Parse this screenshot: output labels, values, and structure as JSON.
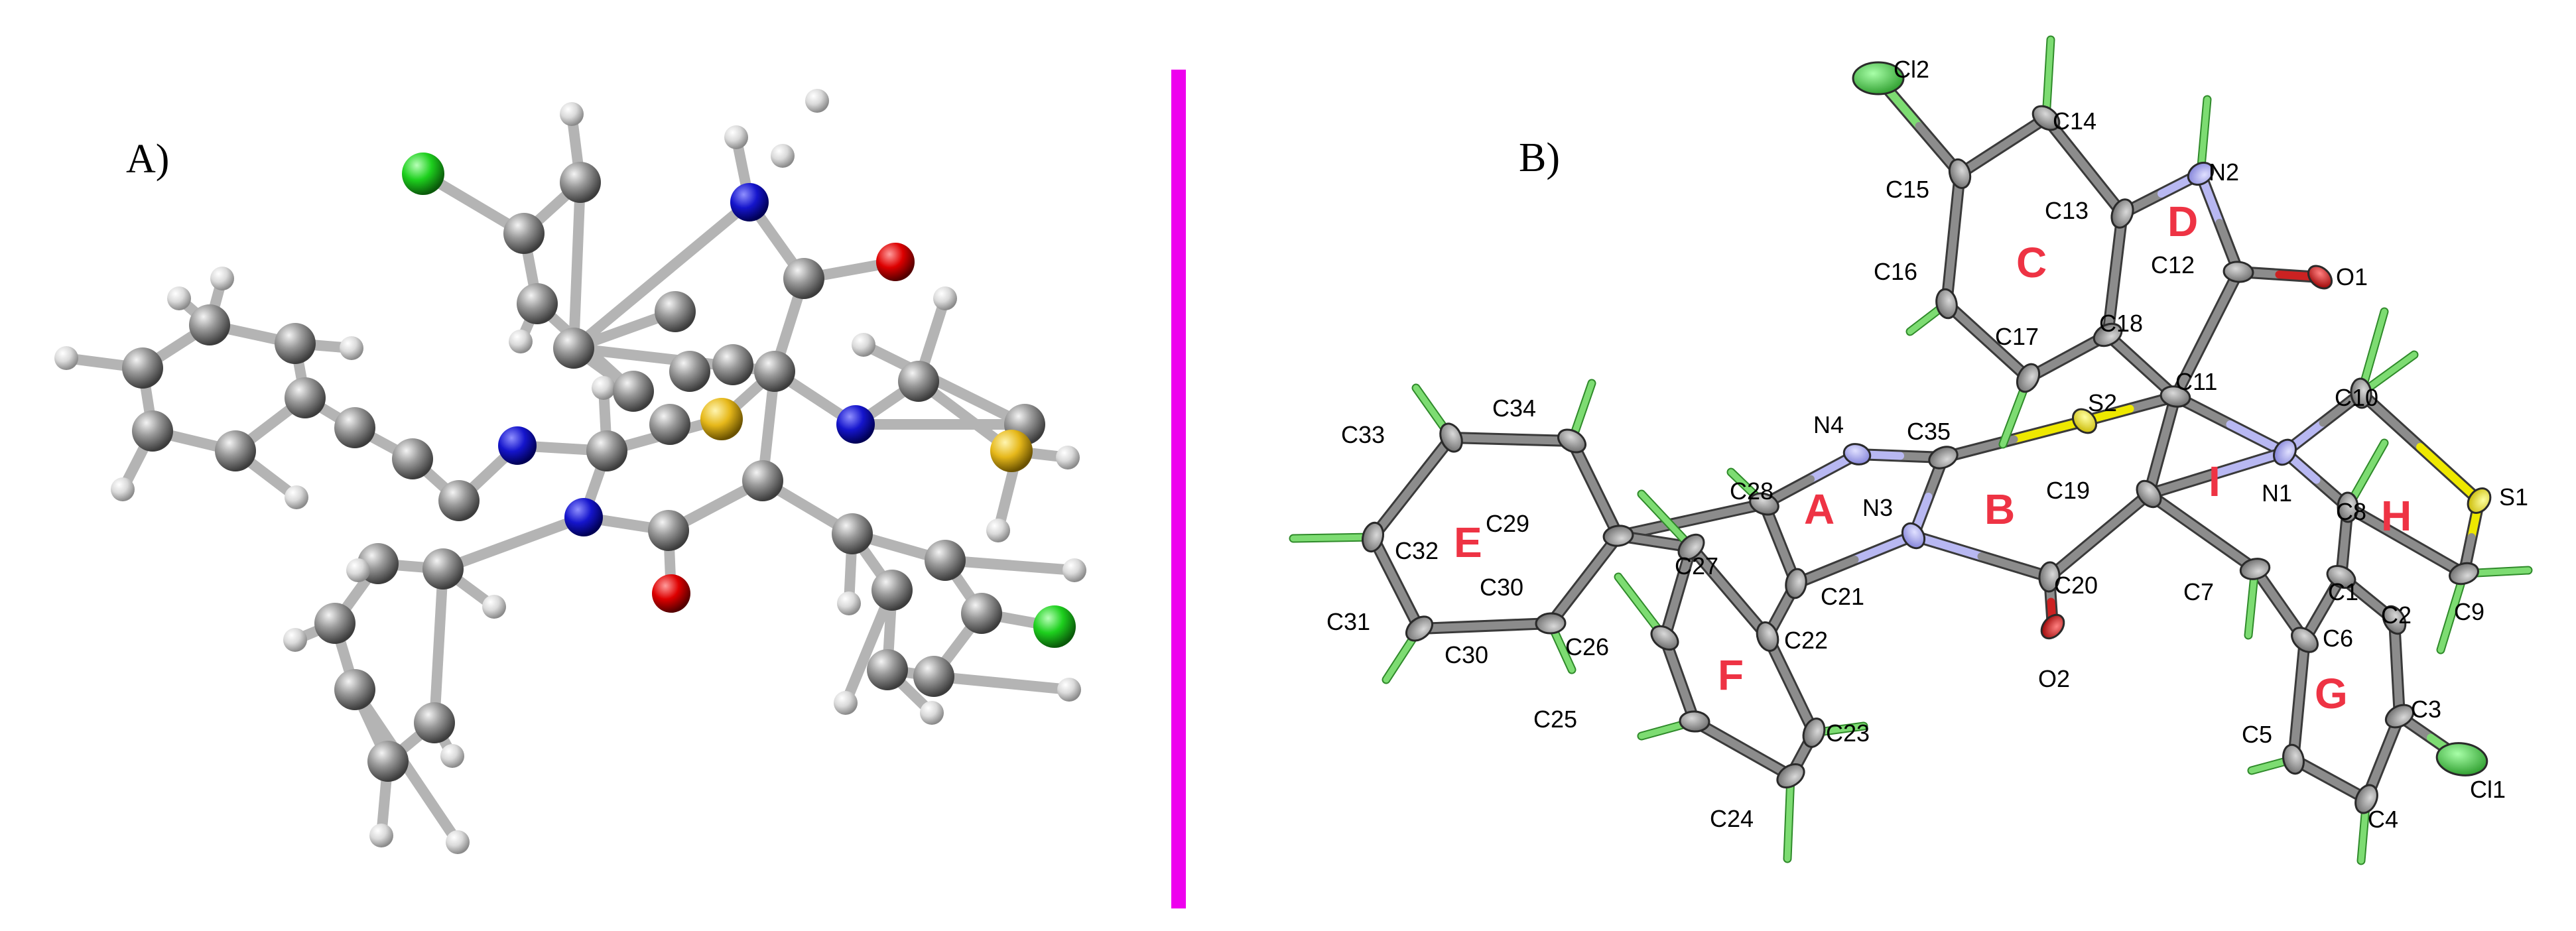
{
  "panels": {
    "a_label": "A)",
    "b_label": "B)"
  },
  "colors": {
    "divider": "#ee00ee",
    "carbon": "#8c8c8c",
    "hydrogen_a": "#e2e2e2",
    "hydrogen_b": "#7ddc72",
    "nitrogen_a": "#1a1acc",
    "nitrogen_b": "#b8b8f2",
    "oxygen": "#dd1111",
    "sulfur": "#e6c21c",
    "sulfur_b": "#eee800",
    "chlorine": "#22cc22",
    "ring_label": "#ee3344"
  },
  "ring_labels": [
    "A",
    "B",
    "C",
    "D",
    "E",
    "F",
    "G",
    "H",
    "I"
  ],
  "atom_labels": {
    "Cl1": "Cl1",
    "Cl2": "Cl2",
    "S1": "S1",
    "S2": "S2",
    "N1": "N1",
    "N2": "N2",
    "N3": "N3",
    "N4": "N4",
    "O1": "O1",
    "O2": "O2",
    "C1": "C1",
    "C2": "C2",
    "C3": "C3",
    "C4": "C4",
    "C5": "C5",
    "C6": "C6",
    "C7": "C7",
    "C8": "C8",
    "C9": "C9",
    "C10": "C10",
    "C11": "C11",
    "C12": "C12",
    "C13": "C13",
    "C14": "C14",
    "C15": "C15",
    "C16": "C16",
    "C17": "C17",
    "C18": "C18",
    "C19": "C19",
    "C20": "C20",
    "C21": "C21",
    "C22": "C22",
    "C23": "C23",
    "C24": "C24",
    "C25": "C25",
    "C26": "C26",
    "C27": "C27",
    "C28": "C28",
    "C29": "C29",
    "C30": "C30",
    "C30b": "C30",
    "C31": "C31",
    "C32": "C32",
    "C33": "C33",
    "C34": "C34",
    "C35": "C35"
  }
}
